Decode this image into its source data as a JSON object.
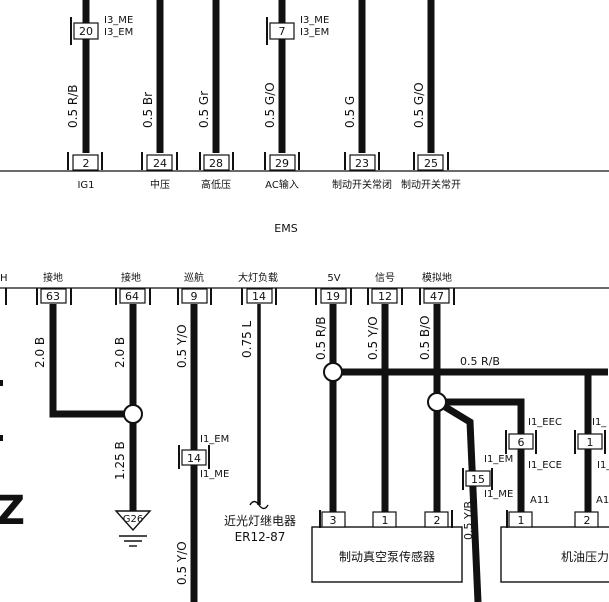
{
  "top": {
    "conn_labels": [
      {
        "lines": [
          "I3_ME",
          "I3_EM"
        ],
        "pin": "20"
      },
      {
        "lines": [
          "I3_ME",
          "I3_EM"
        ],
        "pin": "7"
      }
    ],
    "wire_labels": [
      "0.5 R/B",
      "0.5 Br",
      "0.5 Gr",
      "0.5 G/O",
      "0.5 G",
      "0.5 G/O"
    ],
    "pins": [
      "2",
      "24",
      "28",
      "29",
      "23",
      "25"
    ],
    "pin_names": [
      "IG1",
      "中压",
      "高低压",
      "AC输入",
      "制动开关常闭",
      "制动开关常开"
    ]
  },
  "ems_label": "EMS",
  "bottom": {
    "pin_names": [
      "H",
      "接地",
      "接地",
      "巡航",
      "大灯负载",
      "5V",
      "信号",
      "模拟地"
    ],
    "pins": [
      "63",
      "64",
      "9",
      "14",
      "19",
      "12",
      "47"
    ],
    "wire_labels": [
      "2.0 B",
      "2.0 B",
      "0.5 Y/O",
      "0.75 L",
      "0.5 R/B",
      "0.5 Y/O",
      "0.5 B/O"
    ],
    "bus_label": "0.5 R/B",
    "ground_wire_label": "1.25 B",
    "ground_label": "G26",
    "inline14": {
      "pin": "14",
      "top": "I1_EM",
      "bottom": "I1_ME"
    },
    "inline15": {
      "pin": "15",
      "top": "I1_EM",
      "bottom": "I1_ME",
      "wire": "0.5 Y/B"
    },
    "lower_wire_label": "0.5 Y/O",
    "relay": {
      "line1": "近光灯继电器",
      "line2": "ER12-87"
    },
    "sensor": {
      "name": "制动真空泵传感器",
      "pins": [
        "3",
        "1",
        "2"
      ]
    },
    "ece6": {
      "pin": "6",
      "top": "I1_EEC",
      "bottom": "I1_ECE"
    },
    "ece1": {
      "pin": "1",
      "top": "I1_",
      "bottom": "I1_"
    },
    "a11": "A11",
    "a1": "A1",
    "oil": {
      "name": "机油压力",
      "pins": [
        "1",
        "2"
      ]
    },
    "left_fragment": "Z"
  }
}
